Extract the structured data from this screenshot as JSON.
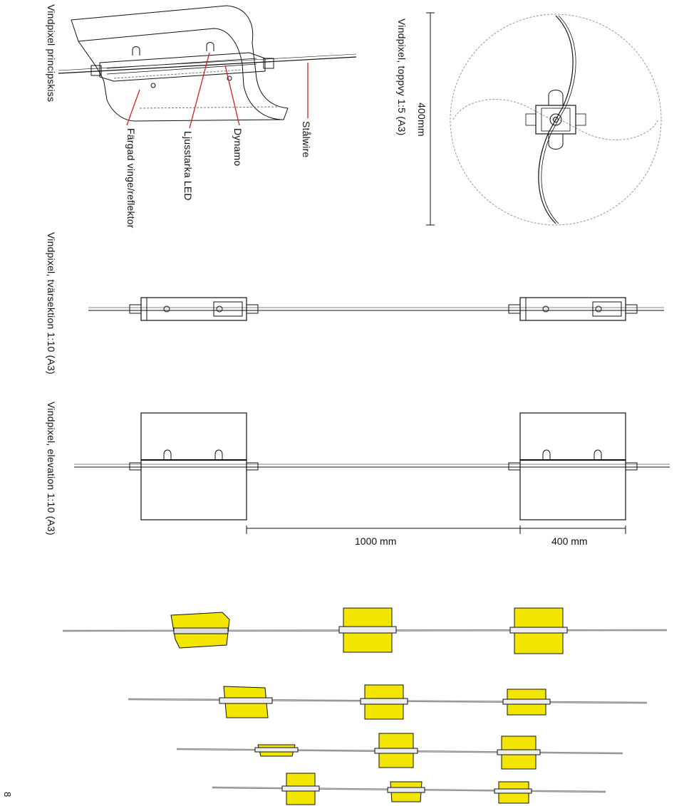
{
  "page_number": "8",
  "views": {
    "principle_sketch": "Vindpixel principskiss",
    "top_view": "Vindpixel, toppvy 1:5 (A3)",
    "cross_section": "Vindpixel, tvärsektion 1:10 (A3)",
    "elevation": "Vindpixel, elevation 1:10 (A3)"
  },
  "callouts": {
    "wire": "Stålwire",
    "dynamo": "Dynamo",
    "led": "Ljusstarka LED",
    "wing": "Färgad vinge/reflektor"
  },
  "dimensions": {
    "diameter": "400mm",
    "spacing": "1000 mm",
    "width": "400 mm"
  },
  "colors": {
    "wing_fill": "#f2e600",
    "callout_line": "#d42020",
    "line": "#111111",
    "dashed": "#999999"
  }
}
